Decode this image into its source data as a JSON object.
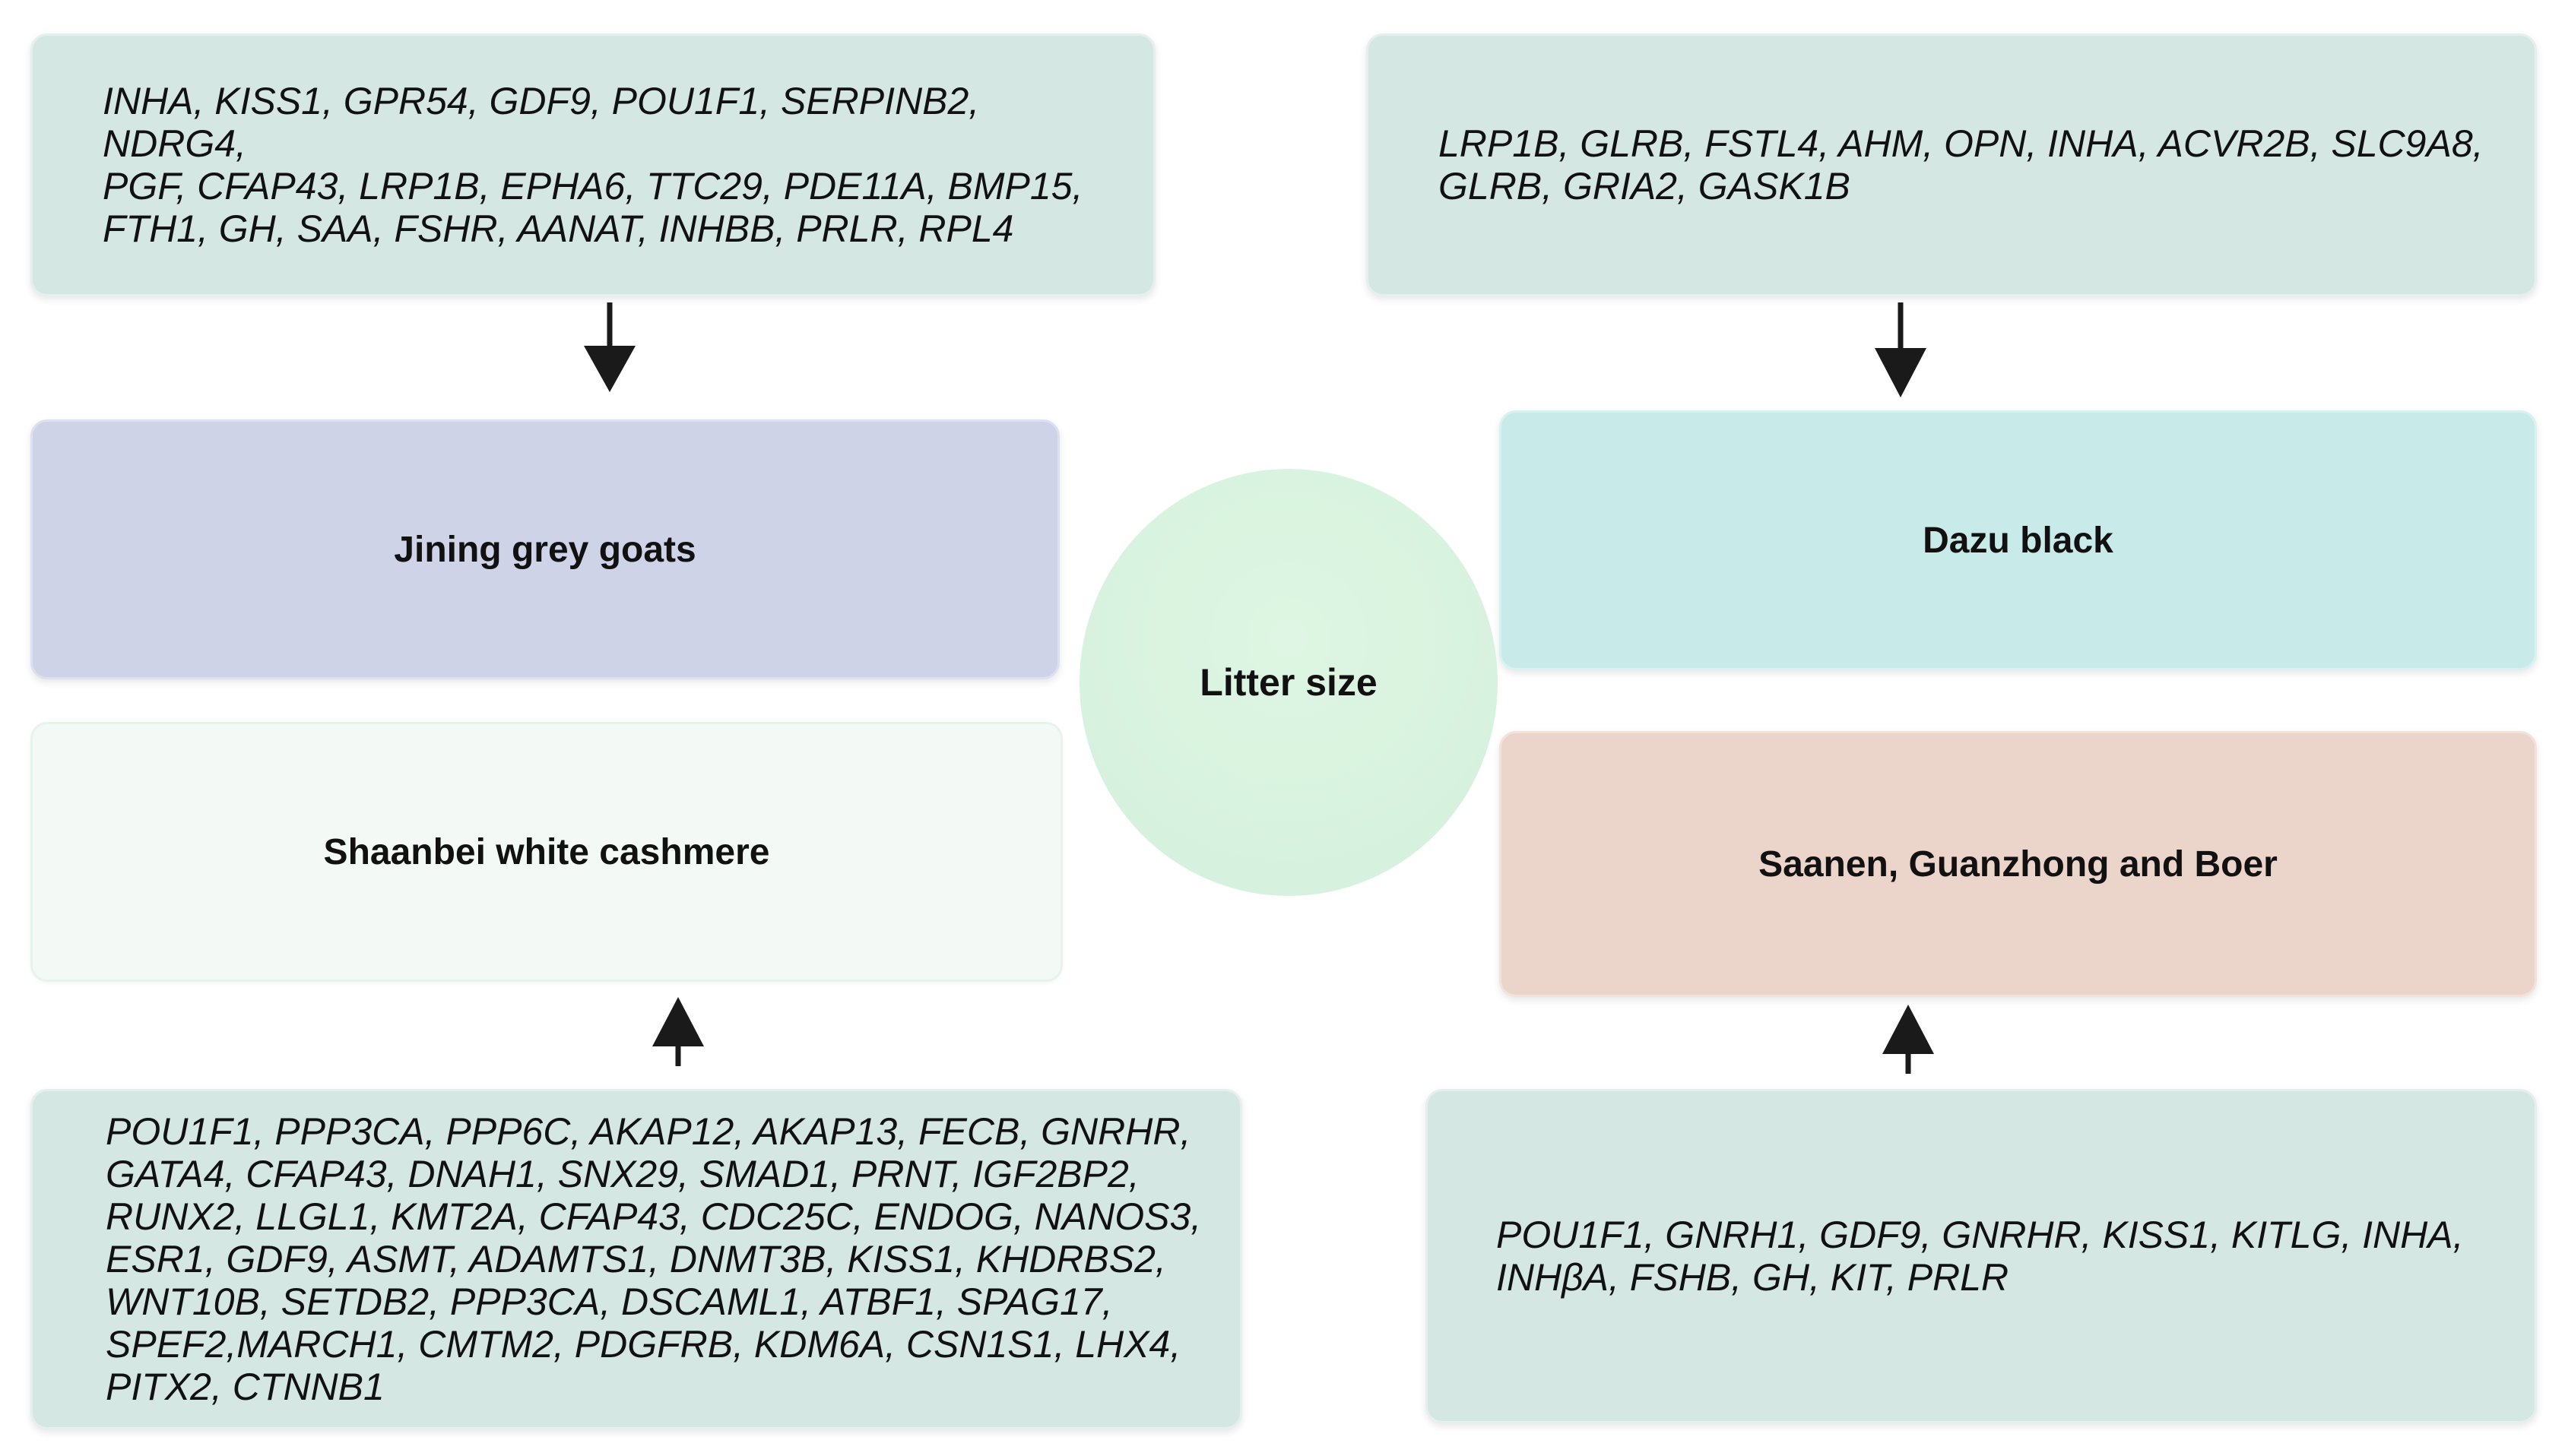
{
  "center": {
    "label": "Litter size"
  },
  "breeds": {
    "jining": "Jining grey goats",
    "shaanbei": "Shaanbei white cashmere",
    "dazu": "Dazu black",
    "saanen": "Saanen, Guanzhong and Boer"
  },
  "genes": {
    "jining": "INHA,  KISS1,  GPR54,  GDF9,  POU1F1,  SERPINB2,  NDRG4,\nPGF,   CFAP43, LRP1B,   EPHA6,   TTC29,   PDE11A,   BMP15,\nFTH1, GH, SAA, FSHR, AANAT, INHBB, PRLR, RPL4",
    "dazu": "LRP1B,   GLRB, FSTL4,   AHM, OPN,   INHA,   ACVR2B,   SLC9A8,\nGLRB, GRIA2, GASK1B",
    "shaanbei": "POU1F1,  PPP3CA,  PPP6C,  AKAP12,  AKAP13,  FECB,  GNRHR,\nGATA4,  CFAP43,  DNAH1,  SNX29,  SMAD1,  PRNT,  IGF2BP2,\nRUNX2,  LLGL1,  KMT2A,  CFAP43,  CDC25C,  ENDOG,  NANOS3,\nESR1,  GDF9,  ASMT,  ADAMTS1,  DNMT3B,  KISS1, KHDRBS2,\nWNT10B,  SETDB2,  PPP3CA,  DSCAML1,  ATBF1,  SPAG17,\nSPEF2,MARCH1, CMTM2,  PDGFRB,  KDM6A,  CSN1S1,  LHX4,\nPITX2, CTNNB1",
    "saanen": "POU1F1,  GNRH1,  GDF9,  GNRHR,  KISS1,  KITLG,  INHA,\nINHβA, FSHB,  GH,  KIT, PRLR"
  },
  "colors": {
    "gene_box": "#d4e7e3",
    "jining": "#cfd3e8",
    "shaanbei": "#f3faf5",
    "dazu": "#c8ebe9",
    "saanen": "#ebd4c9",
    "center": "#d7f2de",
    "arrow": "#1a1a1a"
  },
  "arrows": [
    {
      "from": "genes-jining",
      "to": "breed-jining",
      "direction": "down"
    },
    {
      "from": "genes-dazu",
      "to": "breed-dazu",
      "direction": "down"
    },
    {
      "from": "genes-shaanbei",
      "to": "breed-shaanbei",
      "direction": "up"
    },
    {
      "from": "genes-saanen",
      "to": "breed-saanen",
      "direction": "up"
    }
  ]
}
